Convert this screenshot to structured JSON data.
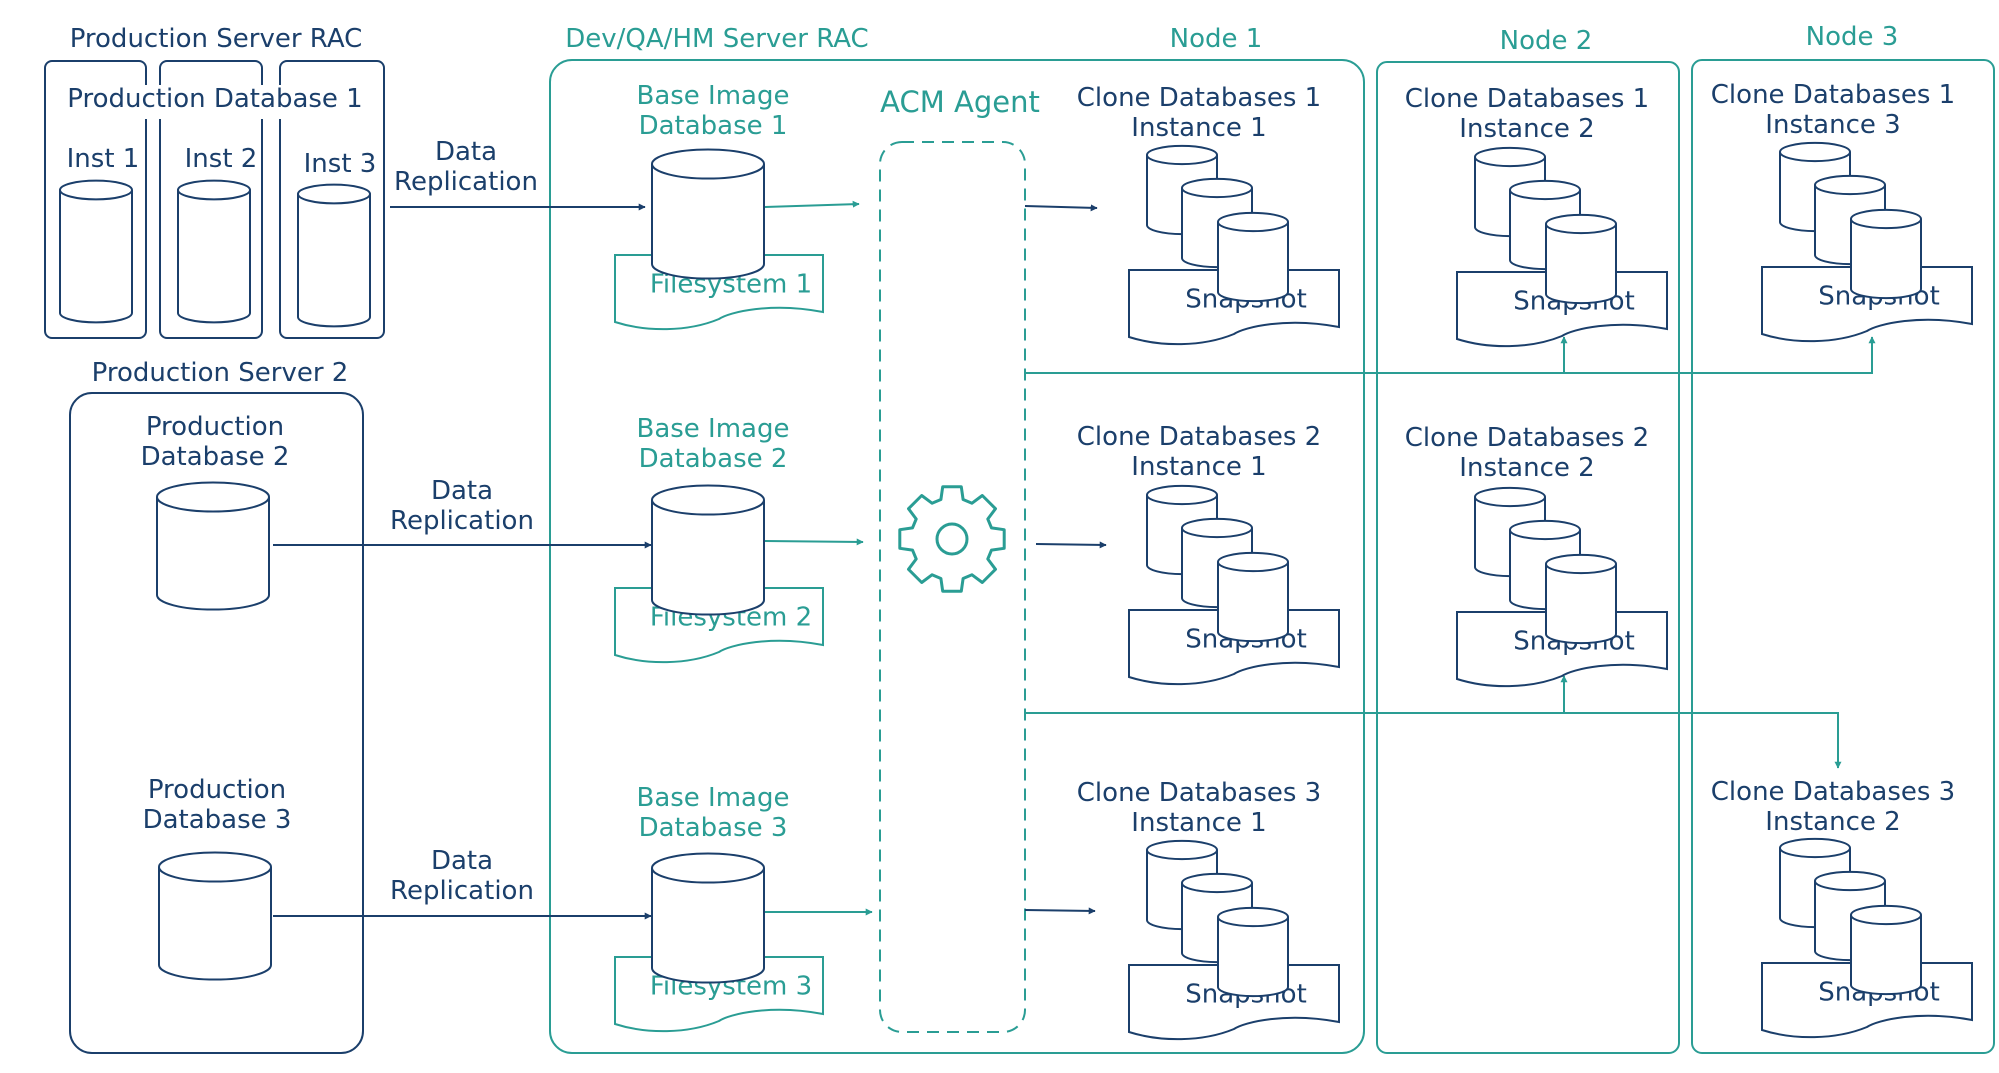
{
  "colors": {
    "navy": "#1b3f6b",
    "teal": "#2a9d94"
  },
  "production_rac": {
    "title": "Production Server RAC",
    "database": "Production Database 1",
    "instances": [
      "Inst 1",
      "Inst 2",
      "Inst 3"
    ]
  },
  "production_server2": {
    "title": "Production Server 2",
    "db2": [
      "Production",
      "Database 2"
    ],
    "db3": [
      "Production",
      "Database 3"
    ]
  },
  "replication": [
    "Data",
    "Replication"
  ],
  "dev_rac": {
    "title": "Dev/QA/HM Server RAC",
    "agent": "ACM Agent",
    "agent_icon": "gear-icon",
    "base_images": [
      {
        "line1": "Base Image",
        "line2": "Database 1",
        "fs": "Filesystem 1"
      },
      {
        "line1": "Base Image",
        "line2": "Database 2",
        "fs": "Filesystem 2"
      },
      {
        "line1": "Base Image",
        "line2": "Database 3",
        "fs": "Filesystem 3"
      }
    ]
  },
  "nodes": [
    {
      "title": "Node 1",
      "clones": [
        {
          "line1": "Clone Databases 1",
          "line2": "Instance 1",
          "snapshot": "Snapshot"
        },
        {
          "line1": "Clone Databases 2",
          "line2": "Instance 1",
          "snapshot": "Snapshot"
        },
        {
          "line1": "Clone Databases 3",
          "line2": "Instance 1",
          "snapshot": "Snapshot"
        }
      ]
    },
    {
      "title": "Node 2",
      "clones": [
        {
          "line1": "Clone Databases 1",
          "line2": "Instance 2",
          "snapshot": "Snapshot"
        },
        {
          "line1": "Clone Databases 2",
          "line2": "Instance 2",
          "snapshot": "Snapshot"
        }
      ]
    },
    {
      "title": "Node 3",
      "clones": [
        {
          "line1": "Clone Databases 1",
          "line2": "Instance 3",
          "snapshot": "Snapshot"
        },
        {
          "line1": "Clone Databases 3",
          "line2": "Instance 2",
          "snapshot": "Snapshot"
        }
      ]
    }
  ]
}
